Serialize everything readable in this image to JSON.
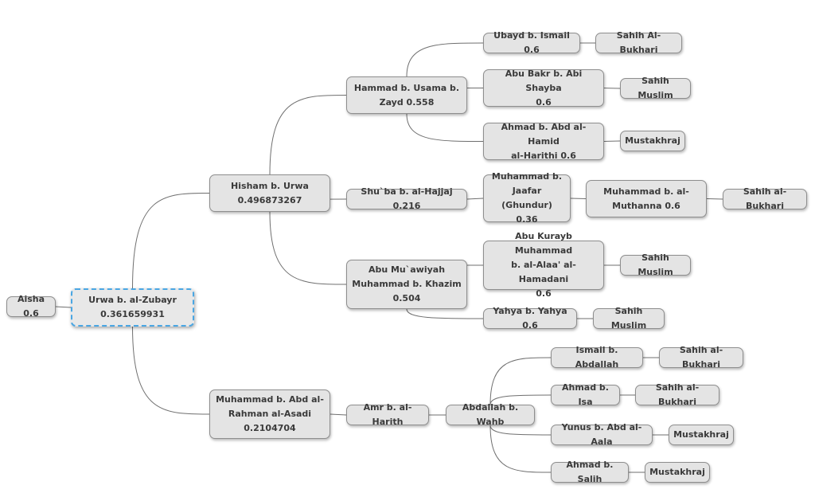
{
  "nodes": {
    "aisha": "Aisha 0.6",
    "urwa": "Urwa b. al-Zubayr\n0.361659931",
    "hisham": "Hisham b. Urwa\n0.496873267",
    "hammad": "Hammad b. Usama b.\nZayd 0.558",
    "ubayd": "Ubayd b. Ismail 0.6",
    "bukhari1": "Sahih Al-Bukhari",
    "abubakr": "Abu Bakr b. Abi Shayba\n0.6",
    "muslim1": "Sahih Muslim",
    "ahmadhamid": "Ahmad b. Abd al-Hamid\nal-Harithi 0.6",
    "mustakhraj1": "Mustakhraj",
    "shuba": "Shu`ba b. al-Hajjaj 0.216",
    "mjaafar": "Muhammad b.\nJaafar (Ghundur)\n0.36",
    "mmuthanna": "Muhammad b. al-\nMuthanna 0.6",
    "bukhari2": "Sahih al-Bukhari",
    "abumuawiyah": "Abu Mu`awiyah\nMuhammad b. Khazim\n0.504",
    "abukurayb": "Abu Kurayb Muhammad\nb. al-Alaa' al-Hamadani\n0.6",
    "muslim2": "Sahih Muslim",
    "yahya": "Yahya b. Yahya 0.6",
    "muslim3": "Sahih Muslim",
    "masadi": "Muhammad b. Abd al-\nRahman al-Asadi\n0.2104704",
    "amr": "Amr b. al-Harith",
    "abdallah": "Abdallah b. Wahb",
    "ismail": "Ismail b. Abdallah",
    "bukhari3": "Sahih al-Bukhari",
    "ahmadisa": "Ahmad b. Isa",
    "bukhari4": "Sahih al-Bukhari",
    "yunus": "Yunus b. Abd al-Aala",
    "mustakhraj2": "Mustakhraj",
    "ahmadsalih": "Ahmad b. Salih",
    "mustakhraj3": "Mustakhraj"
  },
  "edges": [
    [
      "aisha",
      "urwa"
    ],
    [
      "urwa",
      "hisham"
    ],
    [
      "urwa",
      "masadi"
    ],
    [
      "hisham",
      "hammad"
    ],
    [
      "hisham",
      "shuba"
    ],
    [
      "hisham",
      "abumuawiyah"
    ],
    [
      "hammad",
      "ubayd"
    ],
    [
      "hammad",
      "abubakr"
    ],
    [
      "hammad",
      "ahmadhamid"
    ],
    [
      "ubayd",
      "bukhari1"
    ],
    [
      "abubakr",
      "muslim1"
    ],
    [
      "ahmadhamid",
      "mustakhraj1"
    ],
    [
      "shuba",
      "mjaafar"
    ],
    [
      "mjaafar",
      "mmuthanna"
    ],
    [
      "mmuthanna",
      "bukhari2"
    ],
    [
      "abumuawiyah",
      "abukurayb"
    ],
    [
      "abumuawiyah",
      "yahya"
    ],
    [
      "abukurayb",
      "muslim2"
    ],
    [
      "yahya",
      "muslim3"
    ],
    [
      "masadi",
      "amr"
    ],
    [
      "amr",
      "abdallah"
    ],
    [
      "abdallah",
      "ismail"
    ],
    [
      "abdallah",
      "ahmadisa"
    ],
    [
      "abdallah",
      "yunus"
    ],
    [
      "abdallah",
      "ahmadsalih"
    ],
    [
      "ismail",
      "bukhari3"
    ],
    [
      "ahmadisa",
      "bukhari4"
    ],
    [
      "yunus",
      "mustakhraj2"
    ],
    [
      "ahmadsalih",
      "mustakhraj3"
    ]
  ]
}
